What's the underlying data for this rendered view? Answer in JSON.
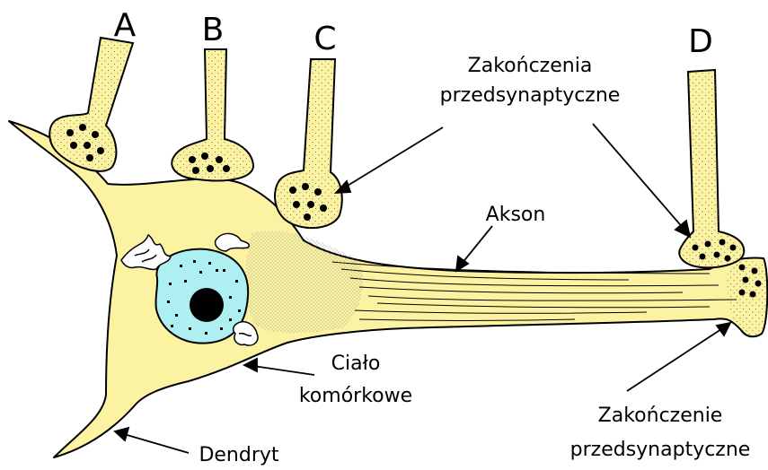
{
  "terminal_letters": {
    "a": "A",
    "b": "B",
    "c": "C",
    "d": "D"
  },
  "labels": {
    "presynaptic_terminals": [
      "Zakończenia",
      "przedsynaptyczne"
    ],
    "axon": "Akson",
    "cell_body": [
      "Ciało",
      "komórkowe"
    ],
    "dendrite": "Dendryt",
    "presynaptic_terminal": [
      "Zakończenie",
      "przedsynaptyczne"
    ]
  },
  "colors": {
    "neuron_fill": "#fcf3a2",
    "nucleus_fill": "#aef0f2",
    "nucleolus": "#000000",
    "outline": "#000000"
  }
}
